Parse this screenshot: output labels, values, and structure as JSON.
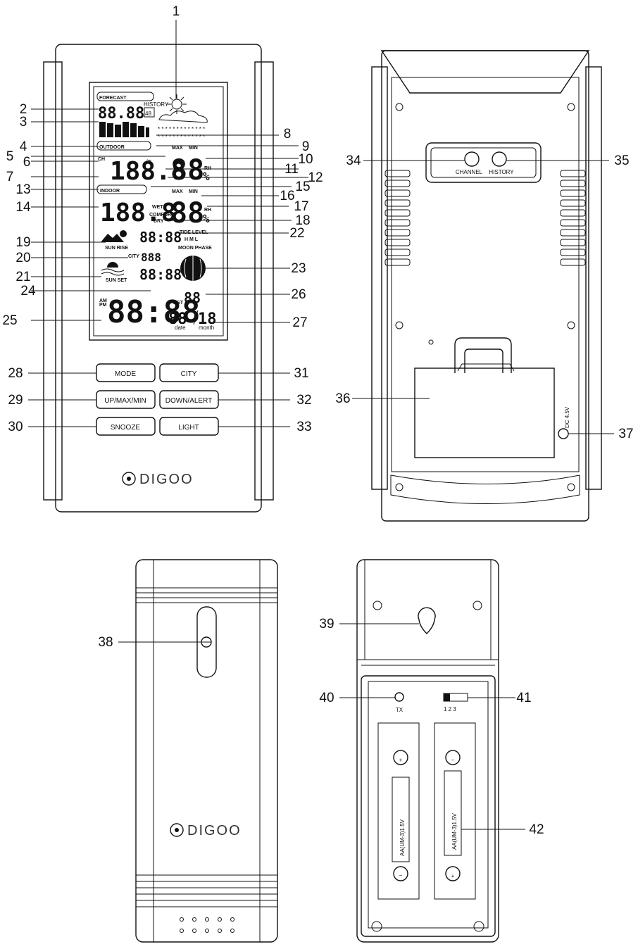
{
  "device": {
    "lcd": {
      "forecast": "FORECAST",
      "history": "HISTORY",
      "history_value": "48",
      "pressure_digits": "88.88",
      "outdoor": "OUTDOOR",
      "indoor": "INDOOR",
      "max": "MAX",
      "min": "MIN",
      "channel": "CH",
      "temp_digits": "188.8",
      "hum_digits": "88",
      "rh": "RH",
      "percent": "%",
      "deg_f": "°F",
      "wet": "WET",
      "comfort": "COMFORT",
      "dry": "DRY",
      "sun_rise": "SUN RISE",
      "sun_set": "SUN SET",
      "city": "CITY",
      "city_digits": "888",
      "time_small": "88:88",
      "tide_level": "TIDE LEVEL",
      "tide_hml": "H  M  L",
      "moon_phase": "MOON PHASE",
      "am": "AM",
      "pm": "PM",
      "clock_digits": "88:88",
      "dst": "DST",
      "weekday_digits": "88",
      "date_digits": "88",
      "month_digits": "18",
      "date_label": "date",
      "month_label": "month",
      "stars": "* * * * * * * * * * * * *"
    },
    "buttons": {
      "mode": "MODE",
      "city": "CITY",
      "up_max_min": "UP/MAX/MIN",
      "down_alert": "DOWN/ALERT",
      "snooze": "SNOOZE",
      "light": "LIGHT"
    },
    "back": {
      "channel": "CHANNEL",
      "history": "HISTORY",
      "dc": "DC 4.5V"
    },
    "sensor": {
      "tx": "TX",
      "switch_positions": "1 2 3",
      "battery": "AA(UM-3)1.5V",
      "plus": "+",
      "minus": "−"
    },
    "logo": "DIGOO"
  },
  "callouts": [
    "1",
    "2",
    "3",
    "4",
    "5",
    "6",
    "7",
    "8",
    "9",
    "10",
    "11",
    "12",
    "13",
    "14",
    "15",
    "16",
    "17",
    "18",
    "19",
    "20",
    "21",
    "22",
    "23",
    "24",
    "25",
    "26",
    "27",
    "28",
    "29",
    "30",
    "31",
    "32",
    "33",
    "34",
    "35",
    "36",
    "37",
    "38",
    "39",
    "40",
    "41",
    "42"
  ]
}
